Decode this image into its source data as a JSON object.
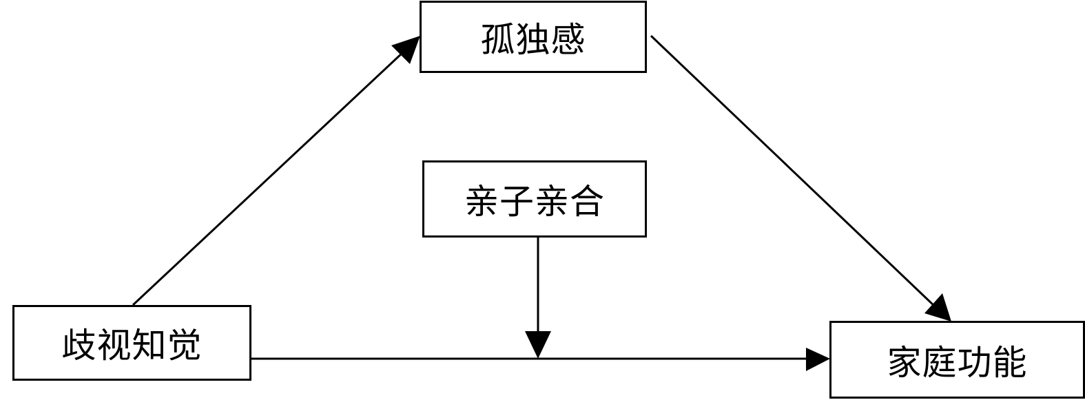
{
  "diagram": {
    "type": "moderated-mediation-model",
    "nodes": [
      {
        "id": "discrimination",
        "label": "歧视知觉",
        "role": "independent-variable"
      },
      {
        "id": "loneliness",
        "label": "孤独感",
        "role": "mediator"
      },
      {
        "id": "closeness",
        "label": "亲子亲合",
        "role": "moderator"
      },
      {
        "id": "family",
        "label": "家庭功能",
        "role": "dependent-variable"
      }
    ],
    "edges": [
      {
        "from": "discrimination",
        "to": "loneliness"
      },
      {
        "from": "loneliness",
        "to": "family"
      },
      {
        "from": "discrimination",
        "to": "family"
      },
      {
        "from": "closeness",
        "to": "discrimination-family-path"
      }
    ],
    "colors": {
      "stroke": "#000000",
      "background": "#ffffff"
    }
  }
}
